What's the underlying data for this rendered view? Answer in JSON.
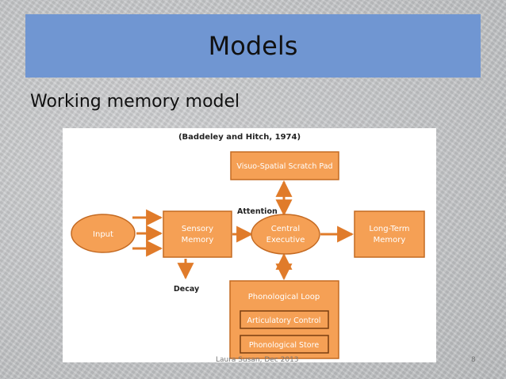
{
  "slide": {
    "title": "Models",
    "subtitle": "Working memory model",
    "footer": "Laura Susan, Dec 2013",
    "page_number": "8"
  },
  "diagram": {
    "citation": "(Baddeley and Hitch, 1974)",
    "nodes": {
      "input": "Input",
      "sensory_memory": [
        "Sensory",
        "Memory"
      ],
      "central_executive": [
        "Central",
        "Executive"
      ],
      "long_term_memory": [
        "Long-Term",
        "Memory"
      ],
      "visuo_spatial": "Visuo-Spatial Scratch Pad",
      "phonological_loop": "Phonological Loop",
      "articulatory_control": "Articulatory Control",
      "phonological_store": "Phonological Store"
    },
    "labels": {
      "attention": "Attention",
      "decay": "Decay"
    },
    "colors": {
      "box_fill": "#f5a055",
      "box_stroke": "#c46a22",
      "box_text": "#ffffff",
      "arrow": "#e07b2a",
      "label_text": "#222222"
    }
  }
}
